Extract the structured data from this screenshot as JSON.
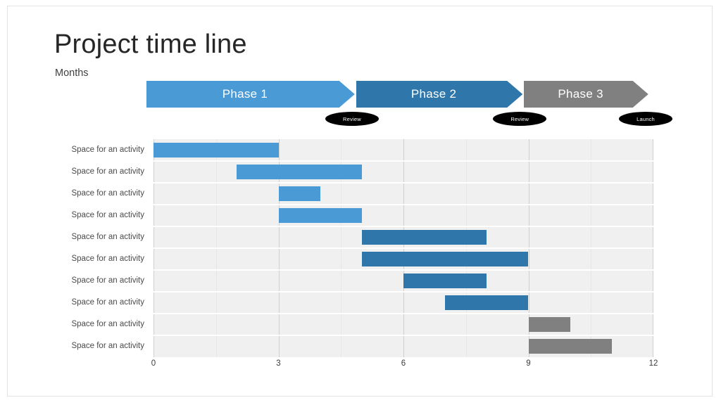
{
  "header": {
    "title": "Project time line",
    "axis_unit": "Months"
  },
  "colors": {
    "phase1": "#4a9ad6",
    "phase2": "#2f76ab",
    "phase3": "#808080",
    "milestone": "#000000",
    "plot_background": "#f0f0f0",
    "grid_minor": "#e6e6e6",
    "grid_major": "#cfcfcf",
    "row_separator": "#ffffff",
    "frame_border": "#e3e3e3",
    "title_text": "#262626",
    "label_text": "#4a4a4a"
  },
  "phases": [
    {
      "label": "Phase 1",
      "start": 0,
      "end": 5,
      "color": "#4a9ad6"
    },
    {
      "label": "Phase 2",
      "start": 5,
      "end": 9,
      "color": "#2f76ab"
    },
    {
      "label": "Phase 3",
      "start": 9,
      "end": 12,
      "color": "#808080"
    }
  ],
  "milestones": [
    {
      "label": "Review",
      "at": 4.9,
      "width": 76
    },
    {
      "label": "Review",
      "at": 8.9,
      "width": 76
    },
    {
      "label": "Launch",
      "at": 11.9,
      "width": 76
    }
  ],
  "chart_data": {
    "type": "bar",
    "subtype": "gantt",
    "title": "Project time line",
    "xlabel": "Months",
    "ylabel": "",
    "xlim": [
      0,
      12
    ],
    "xticks": [
      0,
      3,
      6,
      9,
      12
    ],
    "xtick_labels": [
      "0",
      "3",
      "6",
      "9",
      "12"
    ],
    "grid": true,
    "grid_minor_step": 1.5,
    "grid_major_step": 3,
    "legend": false,
    "categories": [
      "Space for an activity",
      "Space for an activity",
      "Space for an activity",
      "Space for an activity",
      "Space for an activity",
      "Space for an activity",
      "Space for an activity",
      "Space for an activity",
      "Space for an activity",
      "Space for an activity"
    ],
    "tasks": [
      {
        "label": "Space for an activity",
        "start": 0,
        "end": 3,
        "duration": 3,
        "phase": "Phase 1",
        "color": "#4a9ad6"
      },
      {
        "label": "Space for an activity",
        "start": 2,
        "end": 5,
        "duration": 3,
        "phase": "Phase 1",
        "color": "#4a9ad6"
      },
      {
        "label": "Space for an activity",
        "start": 3,
        "end": 4,
        "duration": 1,
        "phase": "Phase 1",
        "color": "#4a9ad6"
      },
      {
        "label": "Space for an activity",
        "start": 3,
        "end": 5,
        "duration": 2,
        "phase": "Phase 1",
        "color": "#4a9ad6"
      },
      {
        "label": "Space for an activity",
        "start": 5,
        "end": 8,
        "duration": 3,
        "phase": "Phase 2",
        "color": "#2f76ab"
      },
      {
        "label": "Space for an activity",
        "start": 5,
        "end": 9,
        "duration": 4,
        "phase": "Phase 2",
        "color": "#2f76ab"
      },
      {
        "label": "Space for an activity",
        "start": 6,
        "end": 8,
        "duration": 2,
        "phase": "Phase 2",
        "color": "#2f76ab"
      },
      {
        "label": "Space for an activity",
        "start": 7,
        "end": 9,
        "duration": 2,
        "phase": "Phase 2",
        "color": "#2f76ab"
      },
      {
        "label": "Space for an activity",
        "start": 9,
        "end": 10,
        "duration": 1,
        "phase": "Phase 3",
        "color": "#808080"
      },
      {
        "label": "Space for an activity",
        "start": 9,
        "end": 11,
        "duration": 2,
        "phase": "Phase 3",
        "color": "#808080"
      }
    ]
  }
}
